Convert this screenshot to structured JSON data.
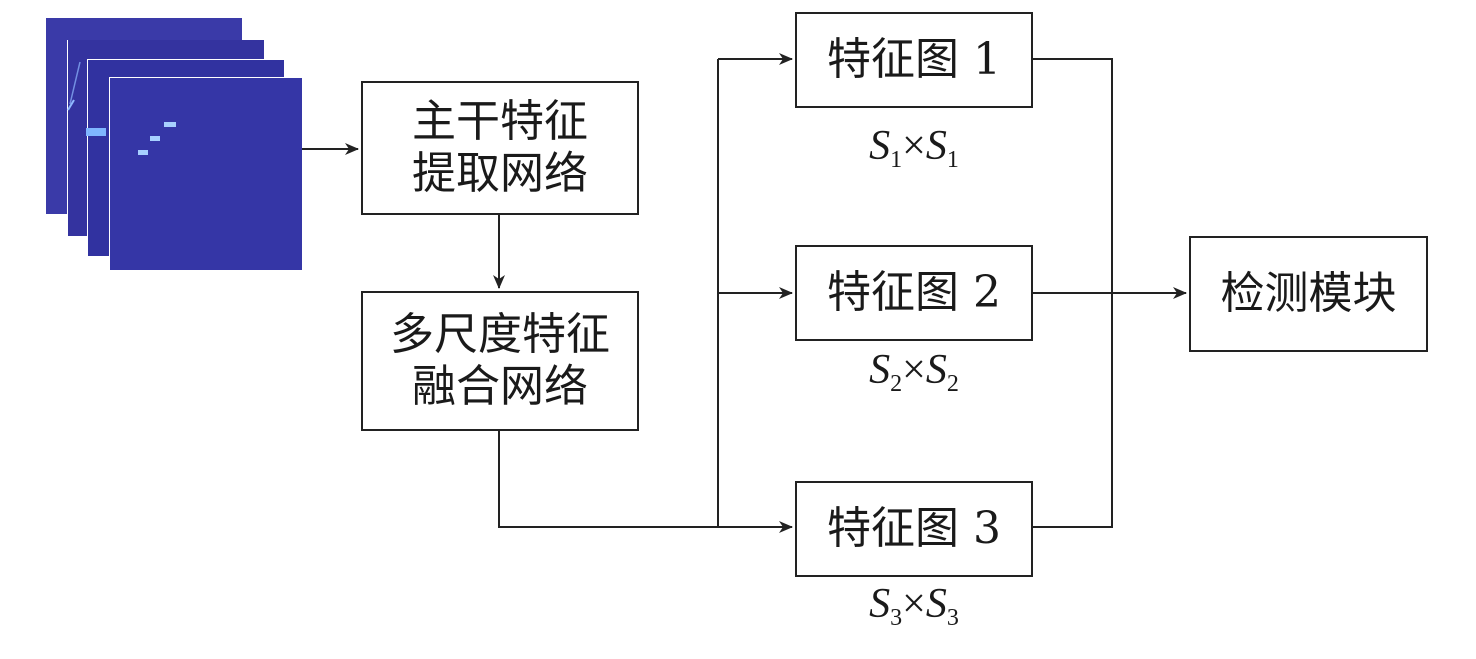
{
  "diagram": {
    "input_images": {
      "icon": "stacked-sar-image-frames",
      "count": 4
    },
    "backbone": {
      "line1": "主干特征",
      "line2": "提取网络"
    },
    "fusion": {
      "line1": "多尺度特征",
      "line2": "融合网络"
    },
    "feature_maps": [
      {
        "label": "特征图 1",
        "size_s": "S",
        "size_sub": "1",
        "times": "×"
      },
      {
        "label": "特征图 2",
        "size_s": "S",
        "size_sub": "2",
        "times": "×"
      },
      {
        "label": "特征图 3",
        "size_s": "S",
        "size_sub": "3",
        "times": "×"
      }
    ],
    "detector": {
      "label": "检测模块"
    },
    "colors": {
      "line": "#222222",
      "frame_fill": "#3a3aa8",
      "frame_fill_dark": "#2f2f96",
      "speckle": "#7fb6ff"
    }
  }
}
